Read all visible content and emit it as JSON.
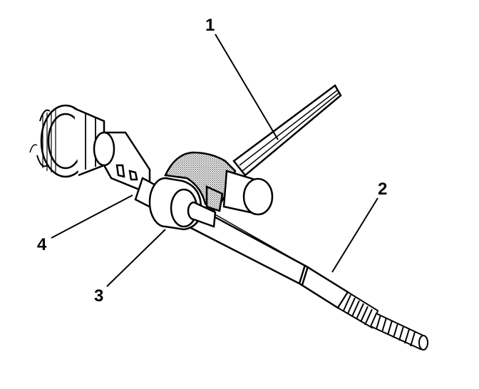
{
  "diagram": {
    "callouts": [
      {
        "id": "1",
        "label": "1"
      },
      {
        "id": "2",
        "label": "2"
      },
      {
        "id": "3",
        "label": "3"
      },
      {
        "id": "4",
        "label": "4"
      }
    ],
    "colors": {
      "line": "#000000",
      "background": "#ffffff",
      "shading": "#8a8a8a"
    }
  }
}
